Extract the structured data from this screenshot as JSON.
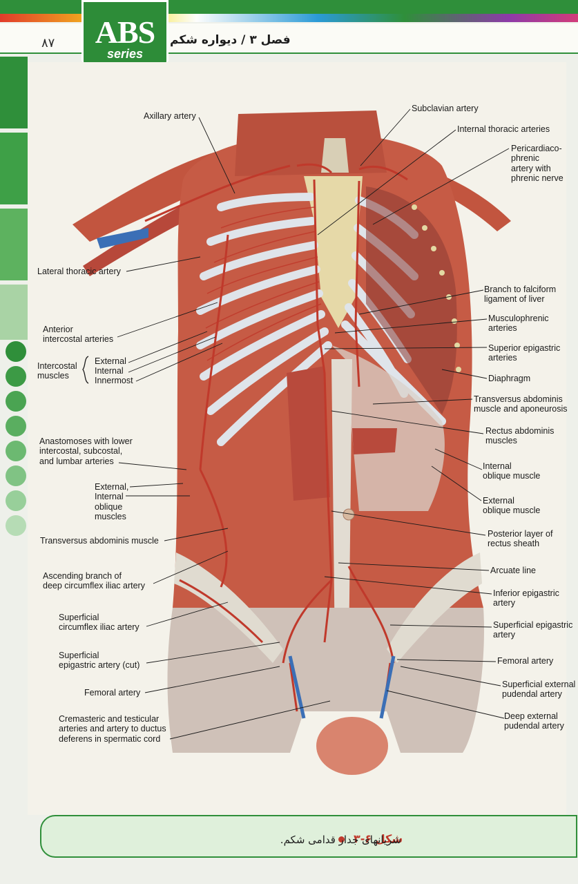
{
  "header": {
    "page_number": "۸۷",
    "logo_main": "ABS",
    "logo_sub": "series",
    "chapter_title": "فصل ۳ / دیواره شکم"
  },
  "colors": {
    "brand_green": "#2f8f3a",
    "artery_red": "#c0392b",
    "vein_blue": "#3b6fb6",
    "caption_bg": "#dff0db"
  },
  "labels_left": [
    {
      "id": "axillary-artery",
      "text": "Axillary artery"
    },
    {
      "id": "lateral-thoracic-artery",
      "text": "Lateral thoracic artery"
    },
    {
      "id": "anterior-intercostal-arteries",
      "text": "Anterior\nintercostal arteries"
    },
    {
      "id": "intercostal-muscles",
      "text": "Intercostal\nmuscles"
    },
    {
      "id": "intercostal-external",
      "text": "External"
    },
    {
      "id": "intercostal-internal",
      "text": "Internal"
    },
    {
      "id": "intercostal-innermost",
      "text": "Innermost"
    },
    {
      "id": "anastomoses",
      "text": "Anastomoses with lower\nintercostal, subcostal,\nand lumbar arteries"
    },
    {
      "id": "external-internal-oblique",
      "text": "External,\nInternal\noblique\nmuscles"
    },
    {
      "id": "transversus-abdominis-muscle",
      "text": "Transversus abdominis muscle"
    },
    {
      "id": "ascending-branch-dci",
      "text": "Ascending branch of\ndeep circumflex iliac artery"
    },
    {
      "id": "superficial-circumflex-iliac",
      "text": "Superficial\ncircumflex iliac artery"
    },
    {
      "id": "superficial-epigastric-cut",
      "text": "Superficial\nepigastric artery (cut)"
    },
    {
      "id": "femoral-artery-left",
      "text": "Femoral artery"
    },
    {
      "id": "cremasteric-testicular",
      "text": "Cremasteric and testicular\narteries and artery to ductus\ndeferens in spermatic cord"
    }
  ],
  "labels_right": [
    {
      "id": "subclavian-artery",
      "text": "Subclavian artery"
    },
    {
      "id": "internal-thoracic-arteries",
      "text": "Internal thoracic arteries"
    },
    {
      "id": "pericardiacophrenic",
      "text": "Pericardiaco-\nphrenic\nartery with\nphrenic nerve"
    },
    {
      "id": "branch-falciform",
      "text": "Branch to falciform\nligament of liver"
    },
    {
      "id": "musculophrenic",
      "text": "Musculophrenic\narteries"
    },
    {
      "id": "superior-epigastric",
      "text": "Superior epigastric\narteries"
    },
    {
      "id": "diaphragm",
      "text": "Diaphragm"
    },
    {
      "id": "transversus-aponeurosis",
      "text": "Transversus abdominis\nmuscle and aponeurosis"
    },
    {
      "id": "rectus-abdominis",
      "text": "Rectus abdominis\nmuscles"
    },
    {
      "id": "internal-oblique",
      "text": "Internal\noblique muscle"
    },
    {
      "id": "external-oblique",
      "text": "External\noblique muscle"
    },
    {
      "id": "posterior-rectus-sheath",
      "text": "Posterior layer of\nrectus sheath"
    },
    {
      "id": "arcuate-line",
      "text": "Arcuate line"
    },
    {
      "id": "inferior-epigastric",
      "text": "Inferior epigastric\nartery"
    },
    {
      "id": "superficial-epigastric",
      "text": "Superficial epigastric\nartery"
    },
    {
      "id": "femoral-artery-right",
      "text": "Femoral artery"
    },
    {
      "id": "superficial-external-pudendal",
      "text": "Superficial external\npudendal artery"
    },
    {
      "id": "deep-external-pudendal",
      "text": "Deep external\npudendal artery"
    }
  ],
  "caption": {
    "figure_number": "شکل ۶-۳",
    "text": "شریانهای جدار قدامی شکم."
  }
}
